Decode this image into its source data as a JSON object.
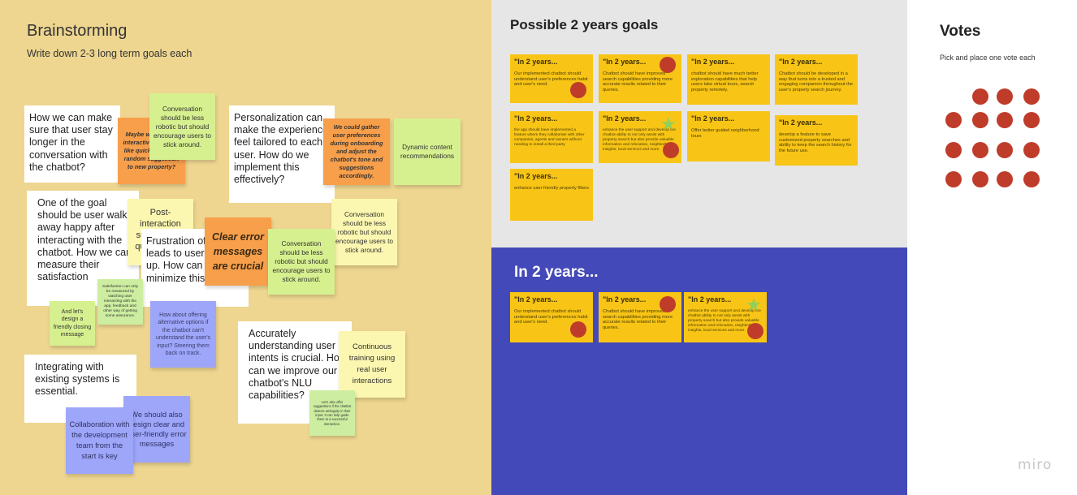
{
  "brainstorming": {
    "title": "Brainstorming",
    "subtitle": "Write down 2-3 long term goals each",
    "cards": [
      "How we can make sure that user stay longer in the conversation with the chatbot?",
      "Personalization can make the experience feel tailored to each user. How do we implement this effectively?",
      "One of the goal should be user walks away happy after interacting with the chatbot. How we can measure their satisfaction",
      "Frustration often leads to users giving up. How can we minimize this?",
      "Accurately understanding user intents is crucial. How can we improve our chatbot's NLU capabilities?",
      "Integrating with existing systems is essential."
    ],
    "stickies": {
      "conv1": "Conversation should be less robotic but should encourage users to stick around.",
      "maybe": "Maybe we can use interactive elements like quick polls or a random suggestion to new property?",
      "gather": "We could gather user preferences during onboarding and adjust the chatbot's tone and suggestions accordingly.",
      "dynamic": "Dynamic content recommendations",
      "post": "Post-interaction surveys or a quick rating?",
      "clear": "Clear error messages are crucial",
      "conv2": "Conversation should be less robotic but should encourage users to stick around.",
      "conv3": "Conversation should be less robotic but should encourage users to stick around.",
      "satisfaction": "Satisfaction can only be measured by watching user interacting with the app, feedback and other way of getting some assurance.",
      "friendly": "And let's design a friendly closing message",
      "fallback": "How about offering alternative options if the chatbot can't understand the user's input? Steering them back on track.",
      "continuous": "Continuous training using real user interactions",
      "offer": "Let's also offer suggestions if the chatbot detects ambiguity in their input. It can help guide them to a successful interaction.",
      "collab": "Collaboration with the development team from the start is key",
      "design": "We should also design clear and user-friendly error messages"
    }
  },
  "goals": {
    "title": "Possible 2 years goals",
    "cards": [
      {
        "title": "\"In 2 years...",
        "body": "Our implemented chatbot should understand user's preferences habit and user's need."
      },
      {
        "title": "\"In 2 years...",
        "body": "Chatbot should have improved search capabilities providing more accurate results related to their queries."
      },
      {
        "title": "\"In 2 years...",
        "body": "chatbot should have much better exploration capabilities that help users take virtual tours, search property remotely."
      },
      {
        "title": "\"In 2 years...",
        "body": "Chatbot should be developed in a way that turns into a trusted and engaging companion throughout the user's property search journey."
      },
      {
        "title": "\"In 2 years...",
        "body": "the app should have implemented a feature where they collaborate with other companies, agents and owners without needing to install a third party"
      },
      {
        "title": "\"In 2 years...",
        "body": "enhance the user support and develop the chatbot ability to not only assist with property search but also provide valuable information and relocation, neighborhood insights, local services and more."
      },
      {
        "title": "\"In 2 years...",
        "body": "Offer better guided neighborhood tours"
      },
      {
        "title": "\"In 2 years...",
        "body": "develop a feature to save customized property searches and ability to keep the search history for the future use."
      },
      {
        "title": "\"In 2 years...",
        "body": "enhance user friendly property filters"
      }
    ]
  },
  "in2years": {
    "title": "In 2 years...",
    "cards": [
      {
        "title": "\"In 2 years...",
        "body": "Our implemented chatbot should understand user's preferences habit and user's need."
      },
      {
        "title": "\"In 2 years...",
        "body": "Chatbot should have improved search capabilities providing more accurate results related to their queries."
      },
      {
        "title": "\"In 2 years...",
        "body": "enhance the user support and develop the chatbot ability to not only assist with property search but also provide valuable information and relocation, neighborhood insights, local services and more."
      }
    ]
  },
  "votes": {
    "title": "Votes",
    "subtitle": "Pick and place one vote each",
    "dot_color": "#bf3c2a"
  },
  "colors": {
    "brainstorm_bg": "#eed690",
    "goals_bg": "#e6e6e6",
    "in2years_bg": "#4349b8",
    "goal_card": "#f8c516",
    "vote_dot": "#bf3c2a",
    "star": "#8fcf5a"
  },
  "brand": {
    "logo_text": "miro"
  }
}
